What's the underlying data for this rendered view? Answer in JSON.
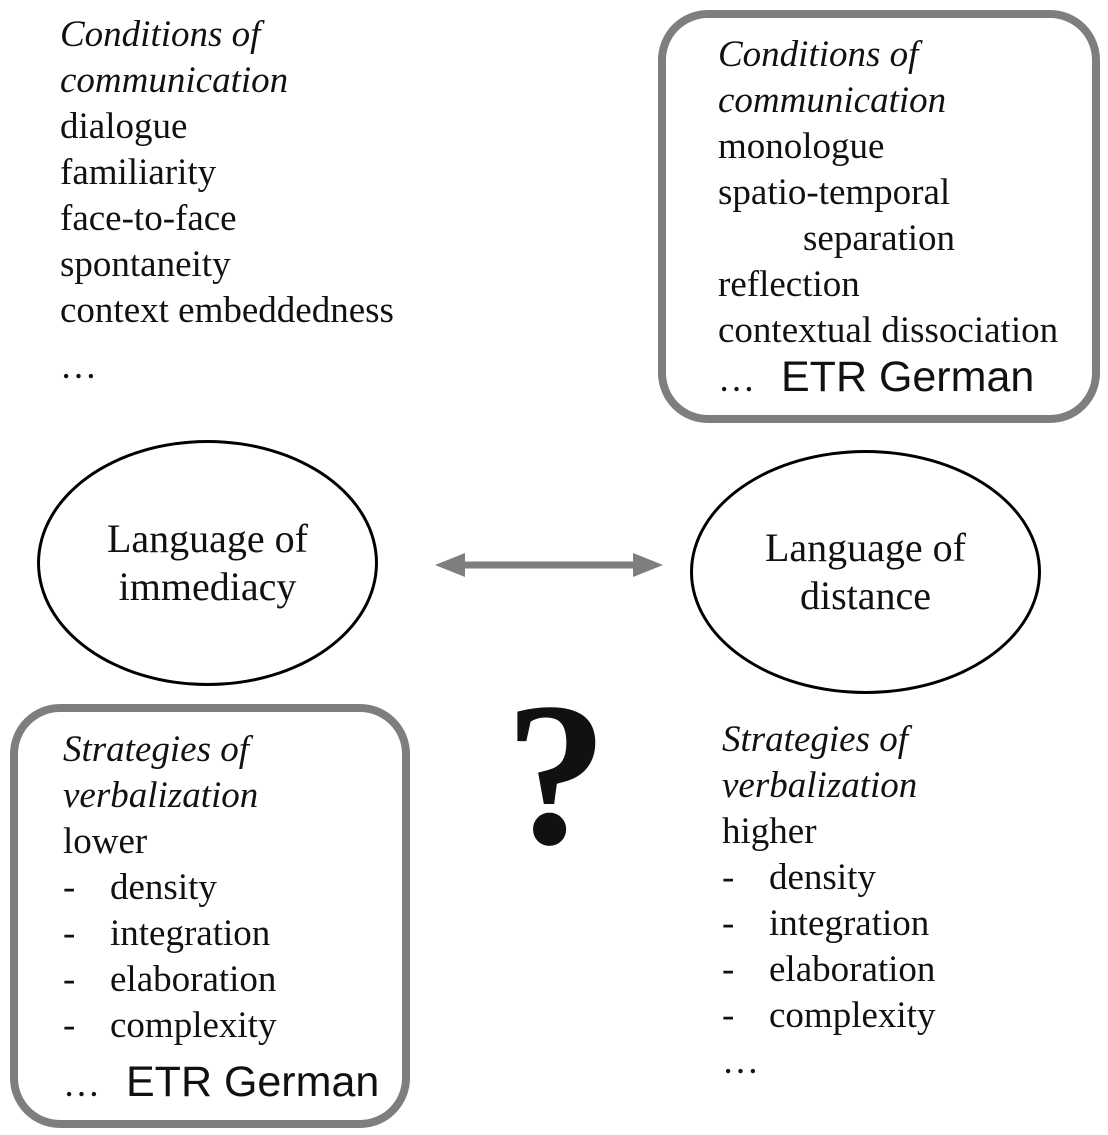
{
  "colors": {
    "background": "#ffffff",
    "text": "#111111",
    "box_border": "#7e7e7e",
    "ellipse_border": "#000000",
    "arrow": "#7e7e7e"
  },
  "top_left_conditions": {
    "title_lines": [
      "Conditions of",
      "communication"
    ],
    "items": [
      "dialogue",
      "familiarity",
      "face-to-face",
      "spontaneity",
      "context embeddedness"
    ],
    "ellipsis": "…"
  },
  "top_right_conditions": {
    "title_lines": [
      "Conditions of",
      "communication"
    ],
    "lines": [
      "monologue",
      "spatio-temporal",
      "separation",
      "reflection",
      "contextual dissociation"
    ],
    "ellipsis": "…",
    "badge": "ETR German"
  },
  "left_ellipse": {
    "lines": [
      "Language of",
      "immediacy"
    ]
  },
  "right_ellipse": {
    "lines": [
      "Language of",
      "distance"
    ]
  },
  "question_mark": "?",
  "bottom_left_strategies": {
    "title_lines": [
      "Strategies of",
      "verbalization"
    ],
    "level": "lower",
    "bullet": "-",
    "items": [
      "density",
      "integration",
      "elaboration",
      "complexity"
    ],
    "ellipsis": "…",
    "badge": "ETR German"
  },
  "bottom_right_strategies": {
    "title_lines": [
      "Strategies of",
      "verbalization"
    ],
    "level": "higher",
    "bullet": "-",
    "items": [
      "density",
      "integration",
      "elaboration",
      "complexity"
    ],
    "ellipsis": "…"
  }
}
